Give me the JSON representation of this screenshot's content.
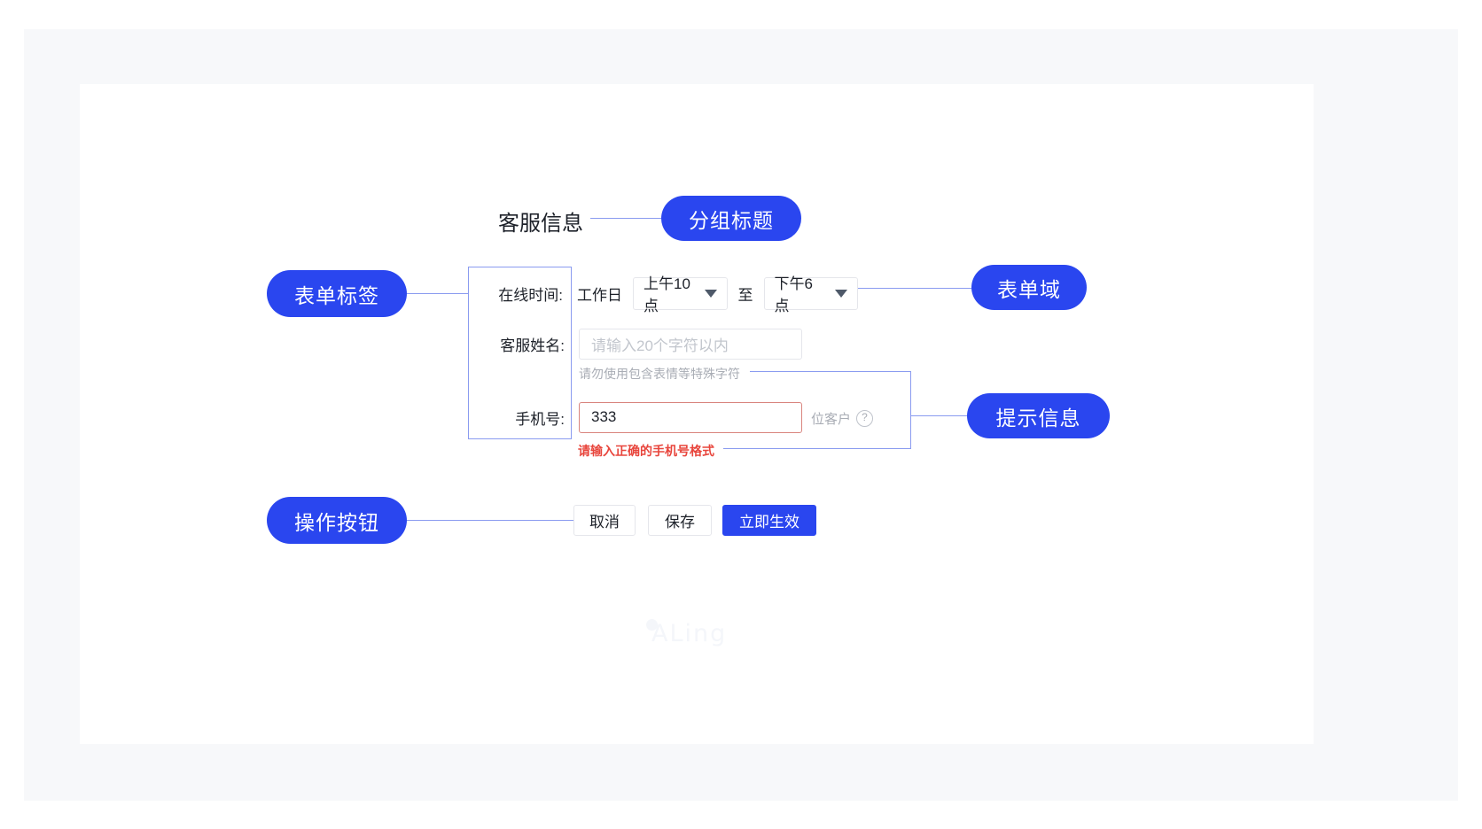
{
  "group": {
    "title": "客服信息"
  },
  "annotations": [
    {
      "key": "group-title",
      "label": "分组标题"
    },
    {
      "key": "form-label",
      "label": "表单标签"
    },
    {
      "key": "form-field",
      "label": "表单域"
    },
    {
      "key": "hint-info",
      "label": "提示信息"
    },
    {
      "key": "action-button",
      "label": "操作按钮"
    }
  ],
  "form": {
    "rows": [
      {
        "label": "在线时间:",
        "static_text": "工作日",
        "start_select": {
          "value": "上午10点",
          "caret": "chevron-down-icon"
        },
        "separator": "至",
        "end_select": {
          "value": "下午6点",
          "caret": "chevron-down-icon"
        }
      },
      {
        "label": "客服姓名:",
        "input": {
          "value": "",
          "placeholder": "请输入20个字符以内"
        },
        "hint": "请勿使用包含表情等特殊字符"
      },
      {
        "label": "手机号:",
        "input": {
          "value": "333",
          "placeholder": ""
        },
        "suffix_text": "位客户",
        "suffix_icon": "help-circle-icon",
        "suffix_icon_glyph": "?",
        "error": "请输入正确的手机号格式"
      }
    ]
  },
  "actions": {
    "cancel": "取消",
    "save": "保存",
    "apply": "立即生效"
  },
  "watermark": {
    "text": "ALing"
  },
  "colors": {
    "accent": "#2a46ef",
    "connector": "#8a9bf0",
    "error": "#e8453c",
    "error_border": "#d9847e",
    "placeholder": "#a9adb5",
    "border": "#e5e6eb",
    "panel_bg": "#f7f8fa",
    "card_bg": "#ffffff",
    "text": "#1d2129"
  }
}
